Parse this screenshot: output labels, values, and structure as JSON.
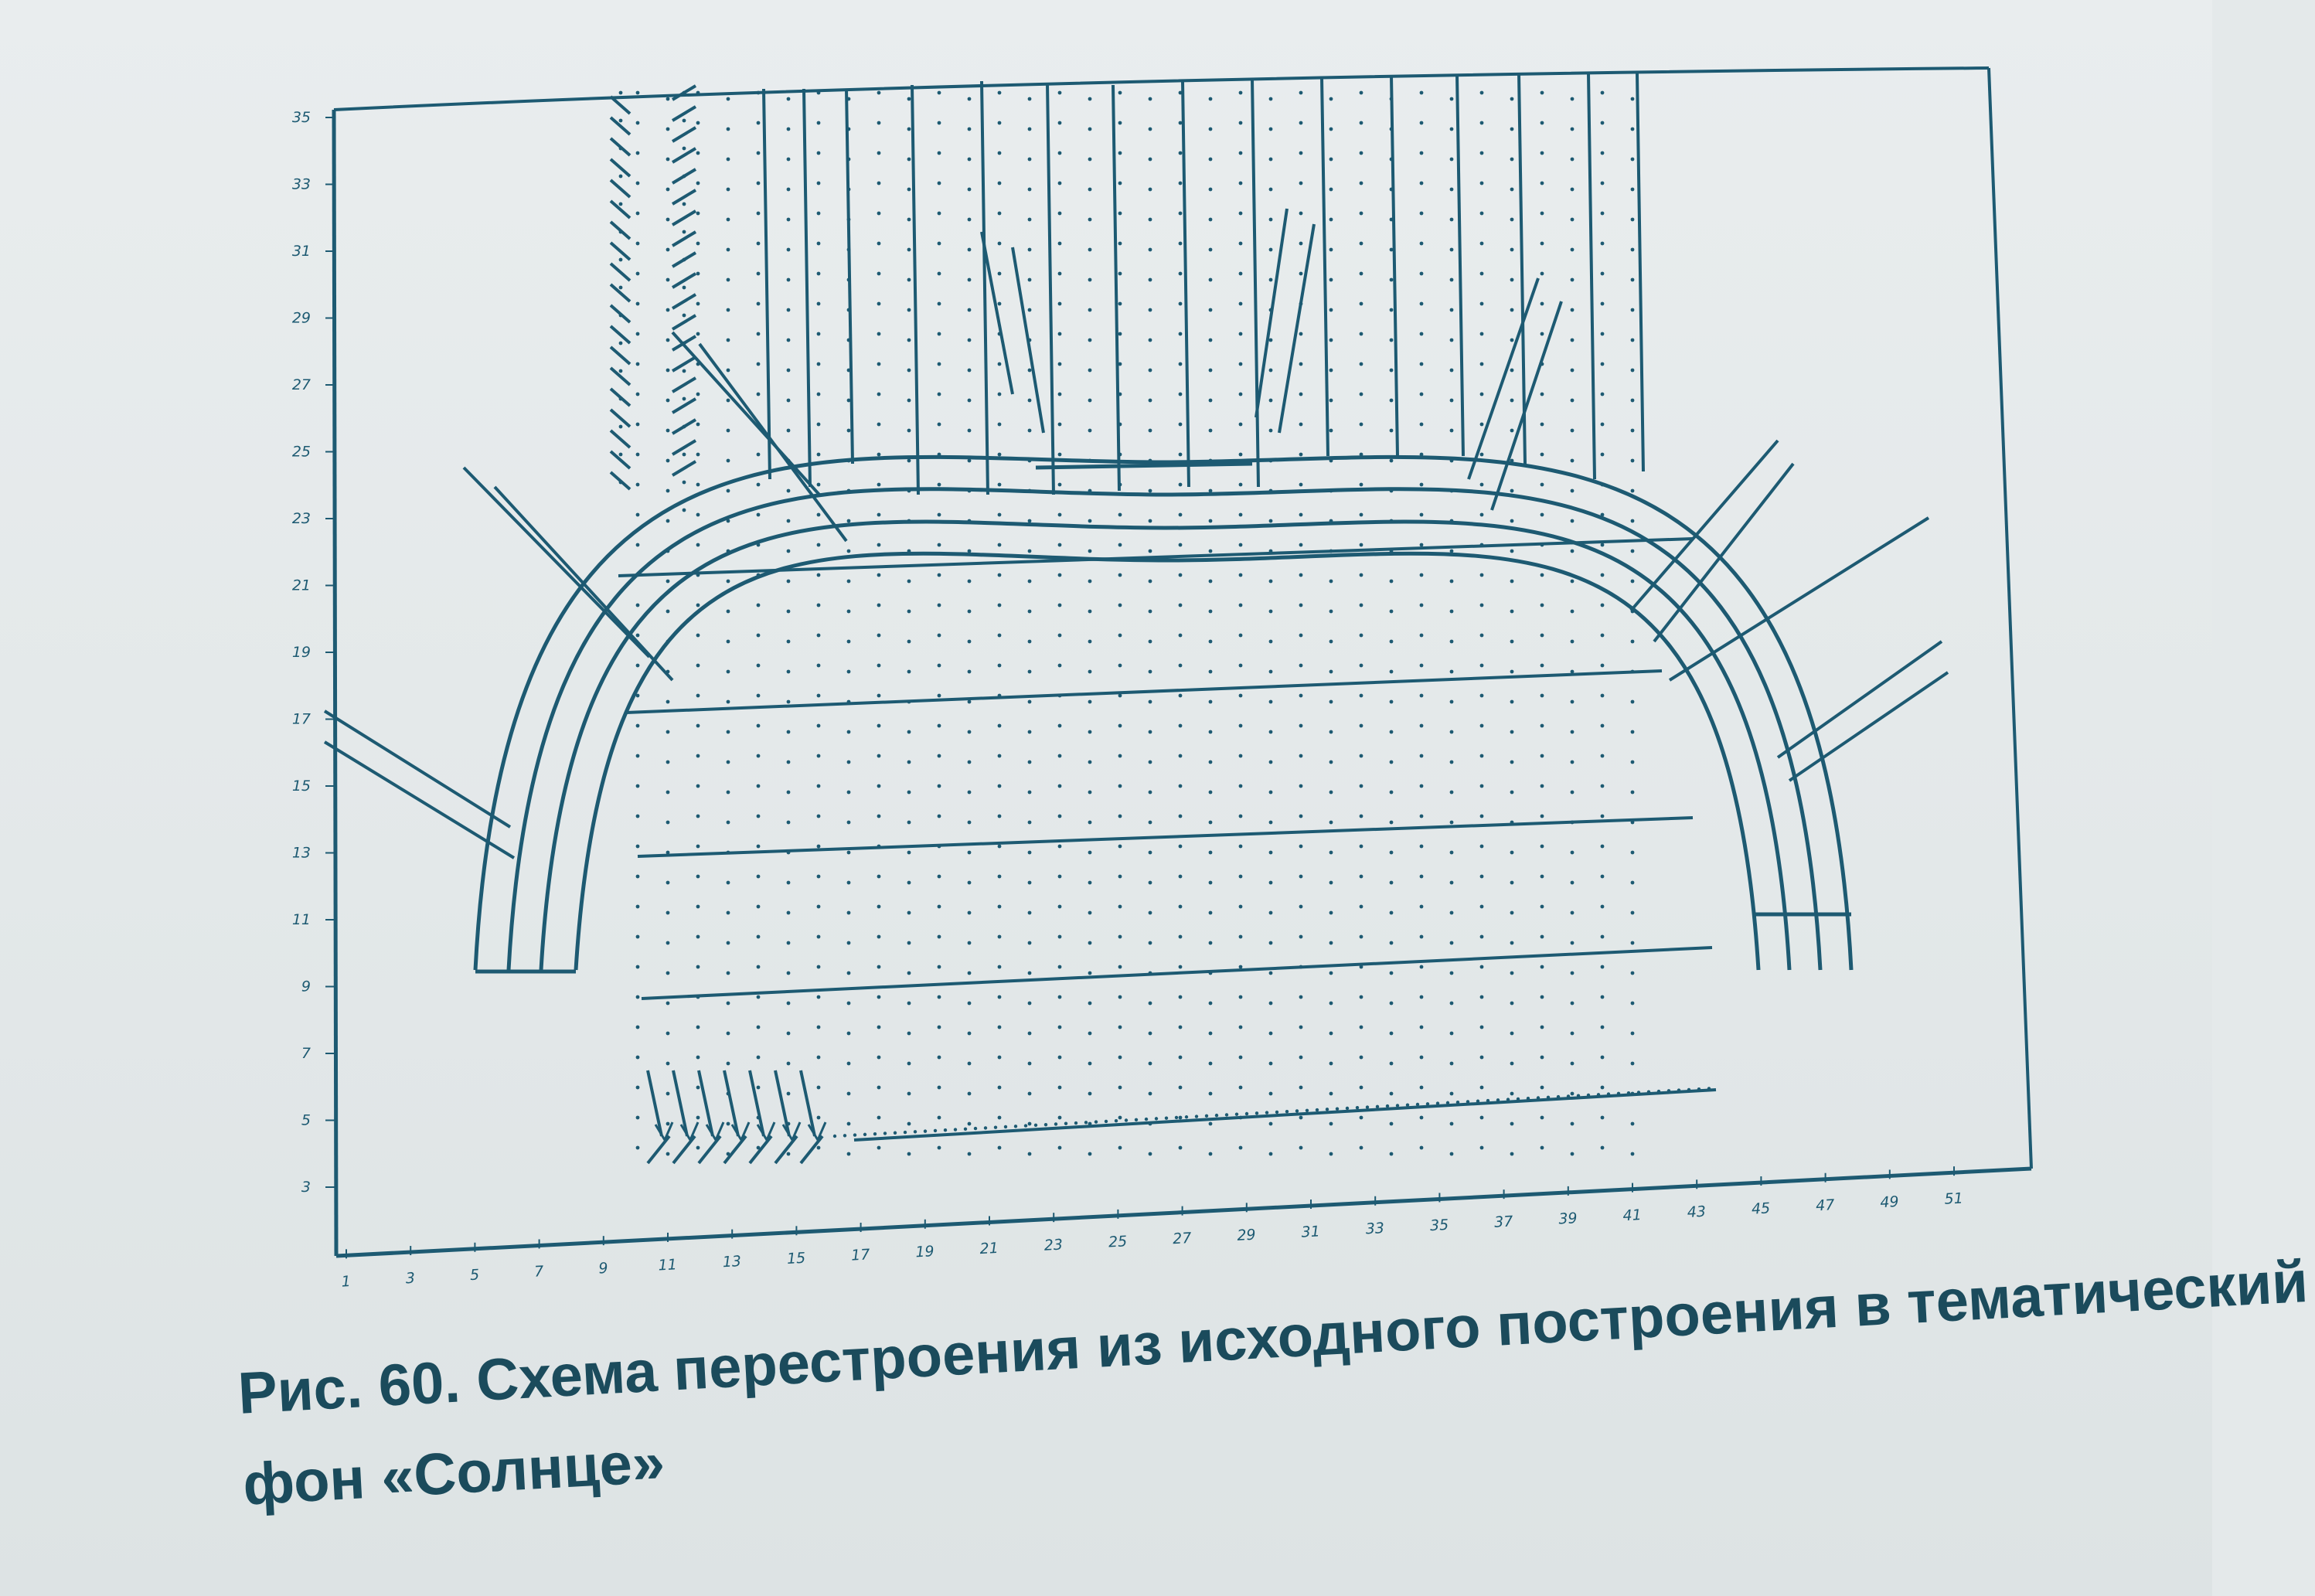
{
  "caption": {
    "line1": "Рис. 60. Схема перестроения из исходного построения в тематический",
    "line2": "фон «Солнце»"
  },
  "axes": {
    "x_ticks": [
      "1",
      "3",
      "5",
      "7",
      "9",
      "11",
      "13",
      "15",
      "17",
      "19",
      "21",
      "23",
      "25",
      "27",
      "29",
      "31",
      "33",
      "35",
      "37",
      "39",
      "41",
      "43",
      "45",
      "47",
      "49",
      "51"
    ],
    "y_ticks": [
      "35",
      "33",
      "31",
      "29",
      "27",
      "25",
      "23",
      "21",
      "19",
      "17",
      "15",
      "13",
      "11",
      "9",
      "7",
      "5",
      "3"
    ]
  },
  "colors": {
    "ink": "#1d5a72",
    "paper": "#e6ebec",
    "caption": "#1b4b5c"
  }
}
